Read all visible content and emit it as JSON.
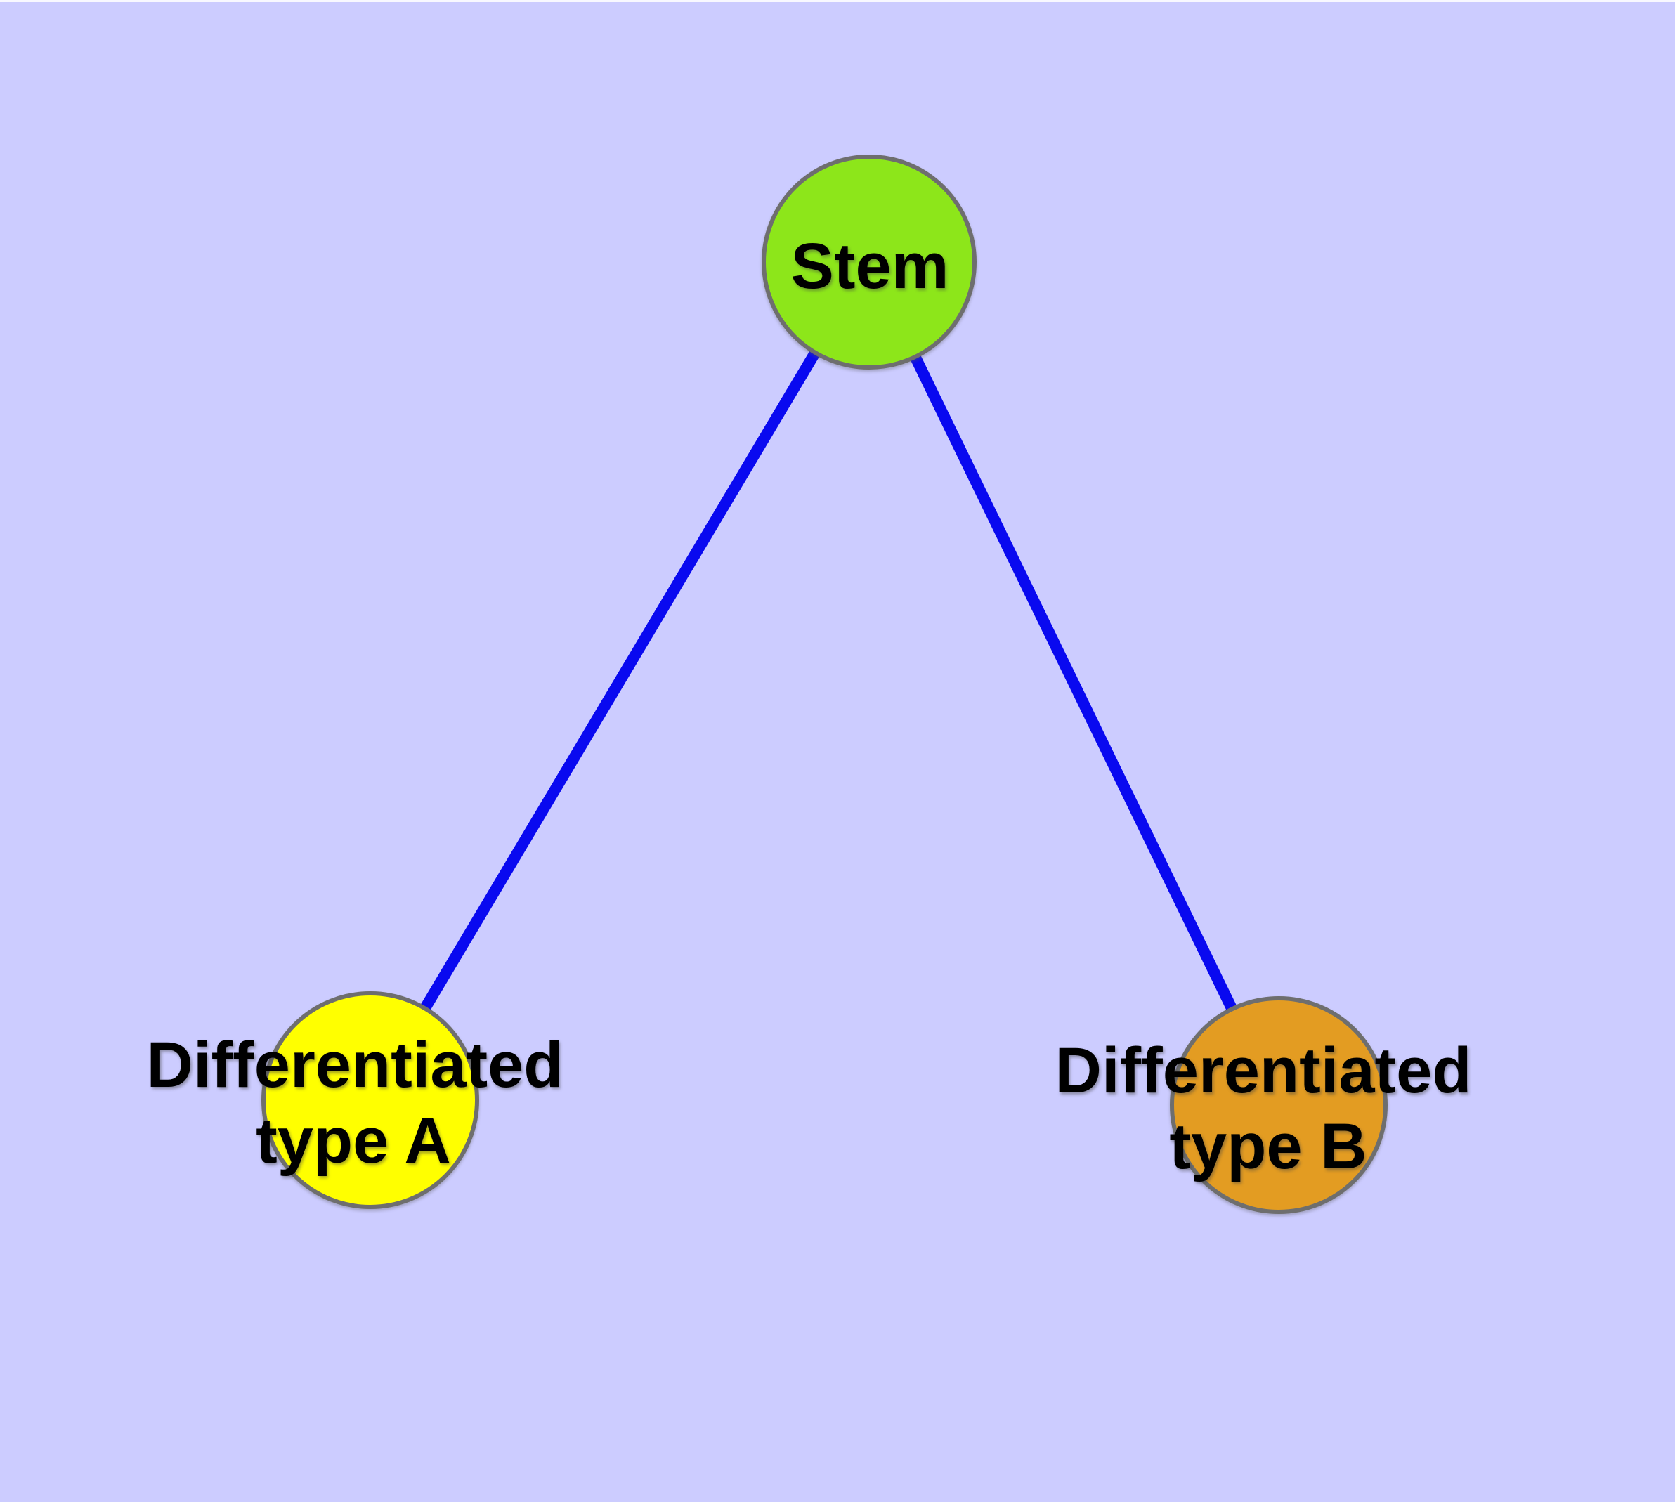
{
  "diagram": {
    "title": "",
    "background_color": "#CCCCFF",
    "colors": {
      "edge": "#0909F0",
      "node_border": "#6E6E6E",
      "label_text": "#000000"
    },
    "nodes": [
      {
        "id": "stem",
        "label": "Stem",
        "label_lines": [
          "Stem"
        ],
        "fill": "#8DE61A"
      },
      {
        "id": "differentiated-type-a",
        "label": "Differentiated type A",
        "label_lines": [
          "Differentiated",
          "type A"
        ],
        "fill": "#FFFF00"
      },
      {
        "id": "differentiated-type-b",
        "label": "Differentiated type B",
        "label_lines": [
          "Differentiated",
          "type B"
        ],
        "fill": "#E39C22"
      }
    ],
    "edges": [
      {
        "from": "Stem",
        "to": "Differentiated type A"
      },
      {
        "from": "Stem",
        "to": "Differentiated type B"
      }
    ]
  }
}
